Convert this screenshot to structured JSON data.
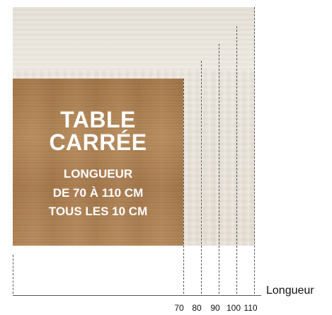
{
  "panel": {
    "title_line1": "TABLE",
    "title_line2": "CARRÉE",
    "sub_line1": "LONGUEUR",
    "sub_line2": "DE 70 À 110 CM",
    "sub_line3": "TOUS LES 10 CM"
  },
  "axis": {
    "title": "Longueur",
    "ticks": [
      "70",
      "80",
      "90",
      "100",
      "110"
    ]
  },
  "colors": {
    "dark_wood": "#b3834f",
    "light_wood": "#e9e3d9",
    "text": "#ffffff",
    "guides": "#555555"
  }
}
